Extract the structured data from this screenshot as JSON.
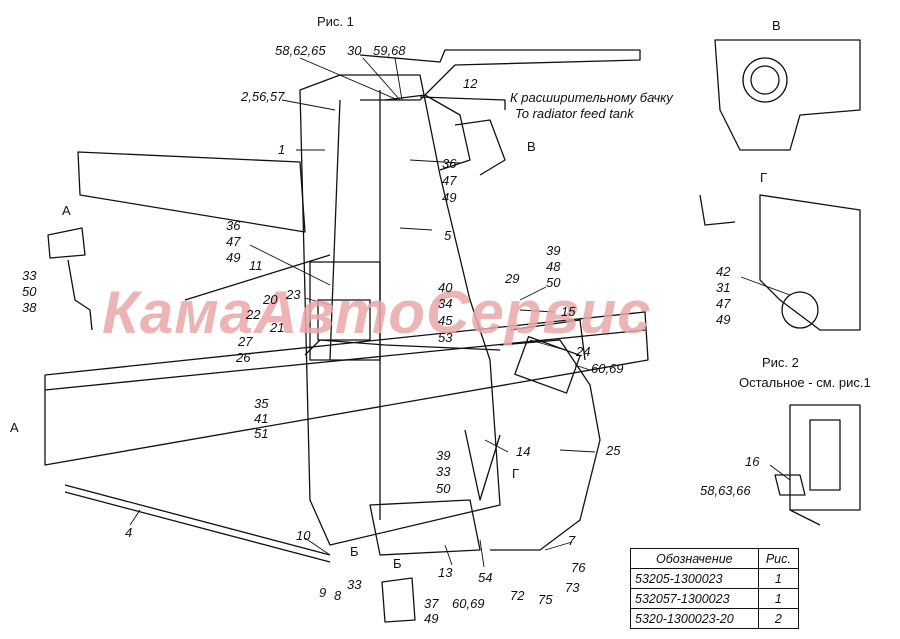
{
  "figures": {
    "fig1_caption": "Рис. 1",
    "fig2_caption": "Рис. 2",
    "fig2_note": "Остальное - см. рис.1",
    "view_a": "А",
    "view_b": "Б",
    "view_v": "В",
    "view_g": "Г"
  },
  "notes": {
    "to_tank_ru": "К расширительному бачку",
    "to_tank_en": "To radiator feed tank"
  },
  "watermark": "КамаАвтоСервис",
  "callouts": [
    "58,62,65",
    "30",
    "59,68",
    "12",
    "2,56,57",
    "1",
    "36",
    "47",
    "49",
    "36",
    "47",
    "49",
    "5",
    "11",
    "20",
    "22",
    "23",
    "21",
    "27",
    "26",
    "35",
    "41",
    "51",
    "39",
    "48",
    "50",
    "29",
    "15",
    "40",
    "34",
    "45",
    "53",
    "24",
    "60,69",
    "25",
    "14",
    "39",
    "33",
    "50",
    "4",
    "10",
    "9",
    "8",
    "33",
    "13",
    "60,69",
    "54",
    "7",
    "76",
    "73",
    "72",
    "75",
    "37",
    "49",
    "33",
    "50",
    "38",
    "42",
    "31",
    "47",
    "49",
    "16",
    "58,63,66"
  ],
  "table": {
    "headers": [
      "Обозначение",
      "Рис."
    ],
    "rows": [
      [
        "53205-1300023",
        "1"
      ],
      [
        "532057-1300023",
        "1"
      ],
      [
        "5320-1300023-20",
        "2"
      ]
    ]
  }
}
